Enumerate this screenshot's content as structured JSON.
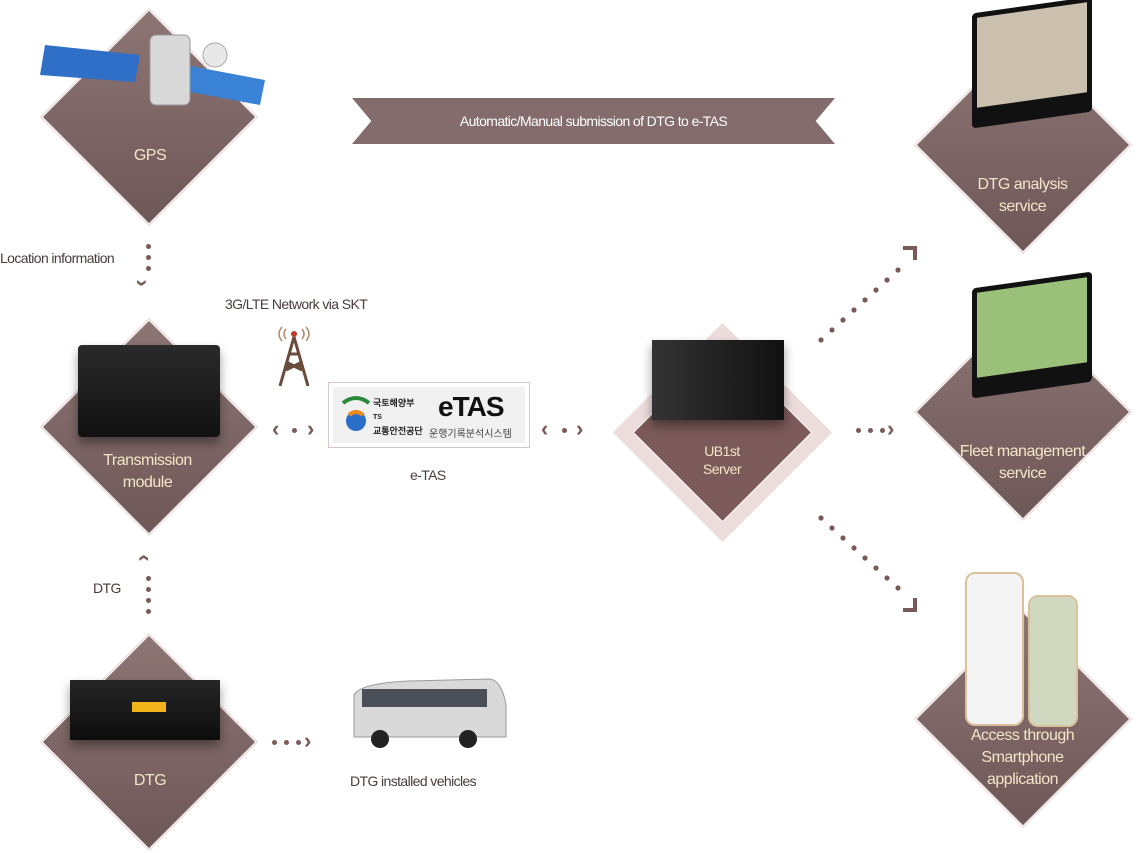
{
  "banner": {
    "text": "Automatic/Manual submission of DTG to e-TAS"
  },
  "nodes": {
    "gps": {
      "label": "GPS",
      "image": "satellite-icon"
    },
    "transmission": {
      "label_line1": "Transmission",
      "label_line2": "module",
      "image": "transmission-module-device"
    },
    "dtg": {
      "label": "DTG",
      "image": "dtg-recorder-device"
    },
    "server": {
      "label_line1": "UB1st",
      "label_line2": "Server",
      "image": "server-rack"
    },
    "dtg_analysis": {
      "label_line1": "DTG analysis",
      "label_line2": "service",
      "image": "monitor-screen"
    },
    "fleet": {
      "label_line1": "Fleet management",
      "label_line2": "service",
      "image": "monitor-map-screen"
    },
    "smartphone": {
      "label_line1": "Access through",
      "label_line2": "Smartphone",
      "label_line3": "application",
      "image": "smartphones"
    }
  },
  "captions": {
    "location": "Location information",
    "network": "3G/LTE Network via SKT",
    "etas": "e-TAS",
    "dtg_flow": "DTG",
    "vehicles": "DTG installed vehicles"
  },
  "etas_logo": {
    "ministry": "국토해양부",
    "ts": "TS",
    "agency": "교통안전공단",
    "brand": "eTAS",
    "system": "운행기록분석시스템"
  },
  "colors": {
    "diamond": "#7d6564",
    "label": "#f3e6c8",
    "arrow": "#7a5a58",
    "banner": "#836c6b"
  }
}
